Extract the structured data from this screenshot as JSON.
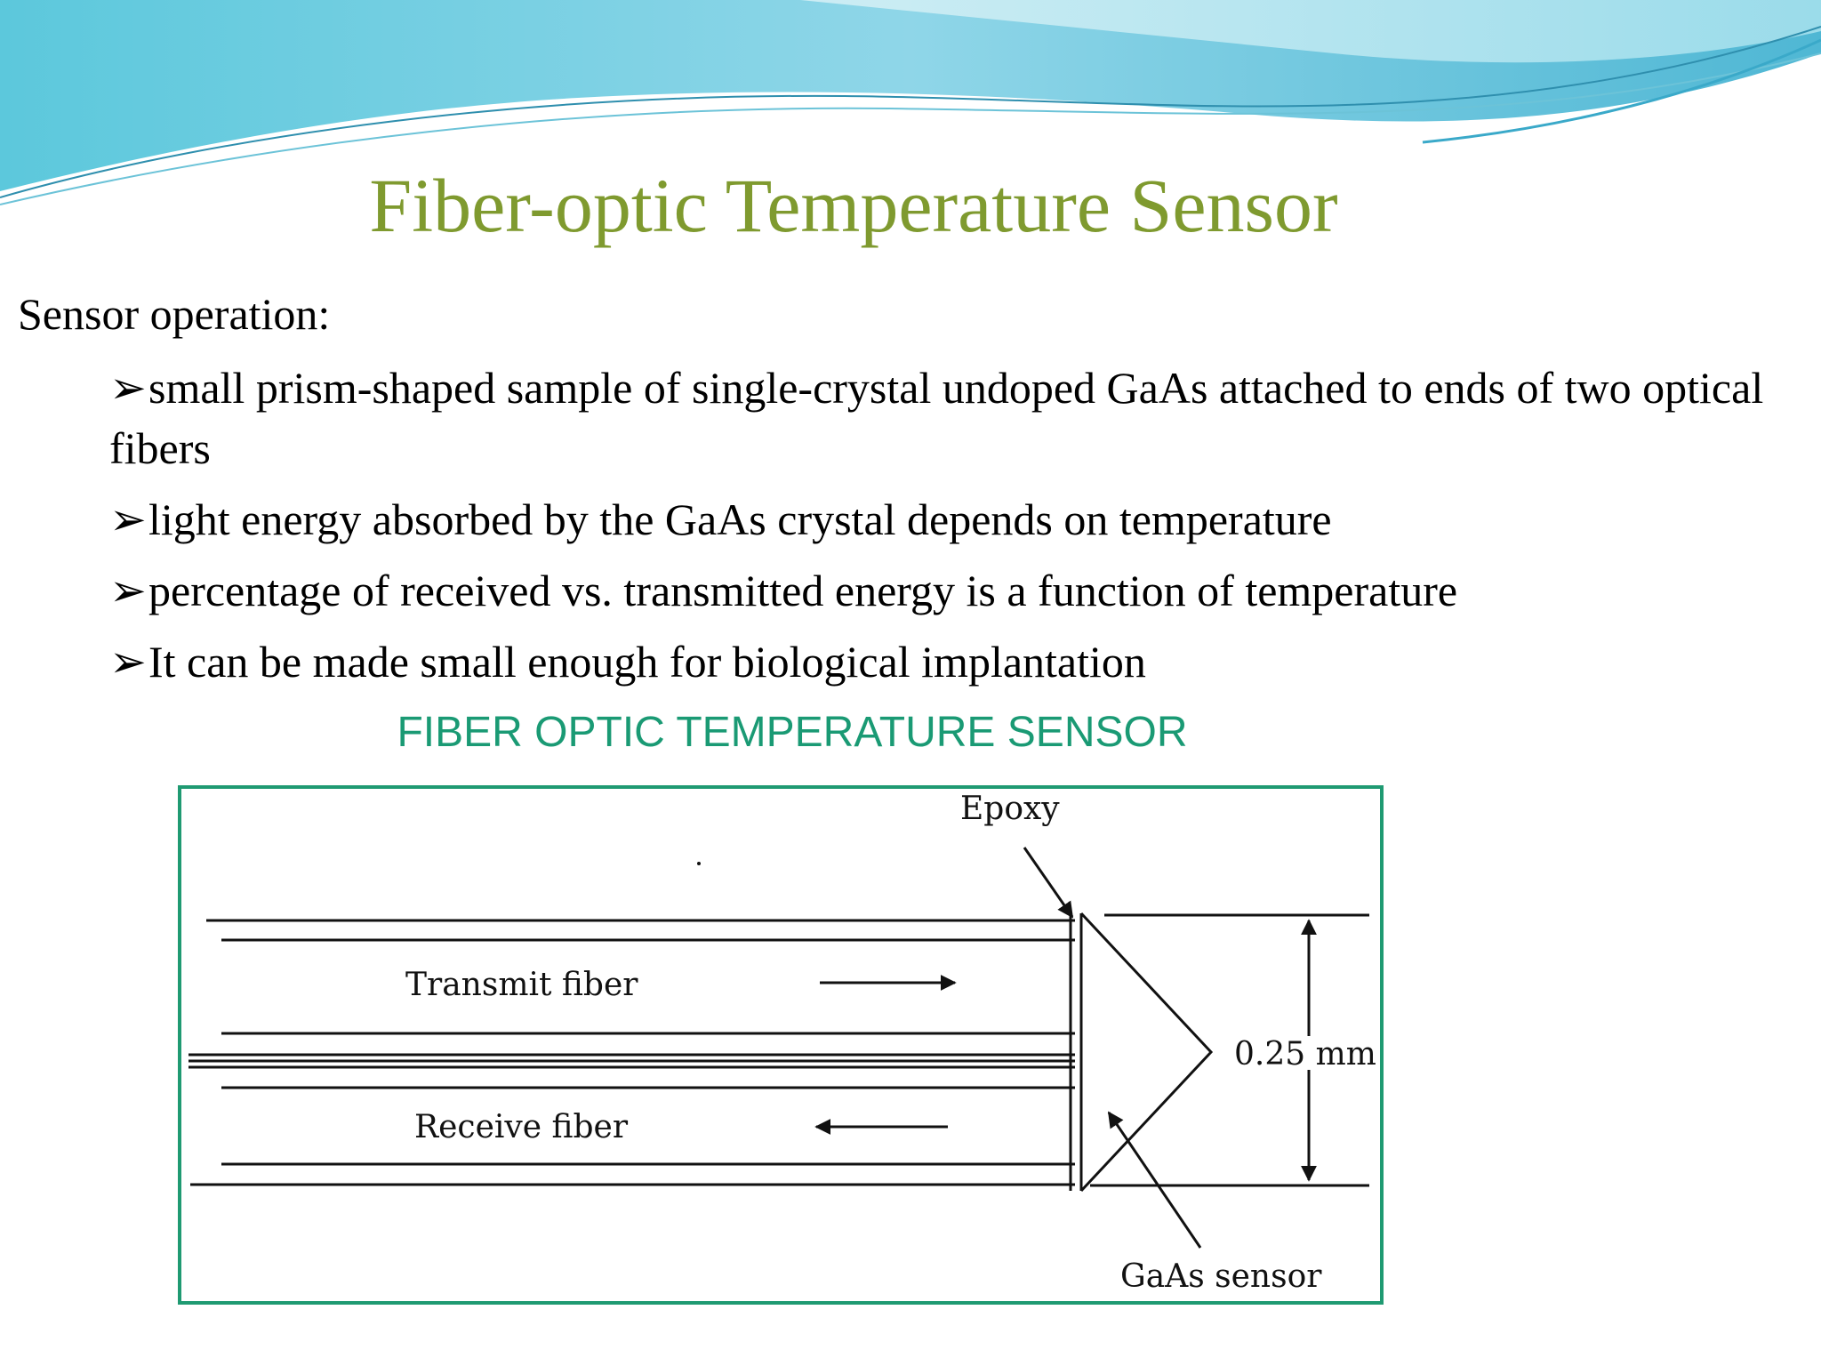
{
  "slide": {
    "title": "Fiber-optic Temperature Sensor",
    "section_heading": "Sensor operation:",
    "bullets": [
      "small prism-shaped sample of single-crystal undoped GaAs attached to ends of two optical fibers",
      "light energy absorbed by the GaAs crystal depends on temperature",
      "percentage of received vs. transmitted energy is a function of temperature",
      "It can be made small enough for biological implantation"
    ],
    "bullet_glyph": "➢"
  },
  "diagram": {
    "caption": "FIBER OPTIC TEMPERATURE SENSOR",
    "labels": {
      "epoxy": "Epoxy",
      "transmit_fiber": "Transmit fiber",
      "receive_fiber": "Receive fiber",
      "dimension": "0.25 mm",
      "gaas_sensor": "GaAs sensor"
    }
  },
  "colors": {
    "title": "#7f9a2f",
    "caption": "#1a9a74",
    "frame": "#1f9a72",
    "wave_light": "#7fd3e6",
    "wave_dark": "#3aa9c9"
  }
}
